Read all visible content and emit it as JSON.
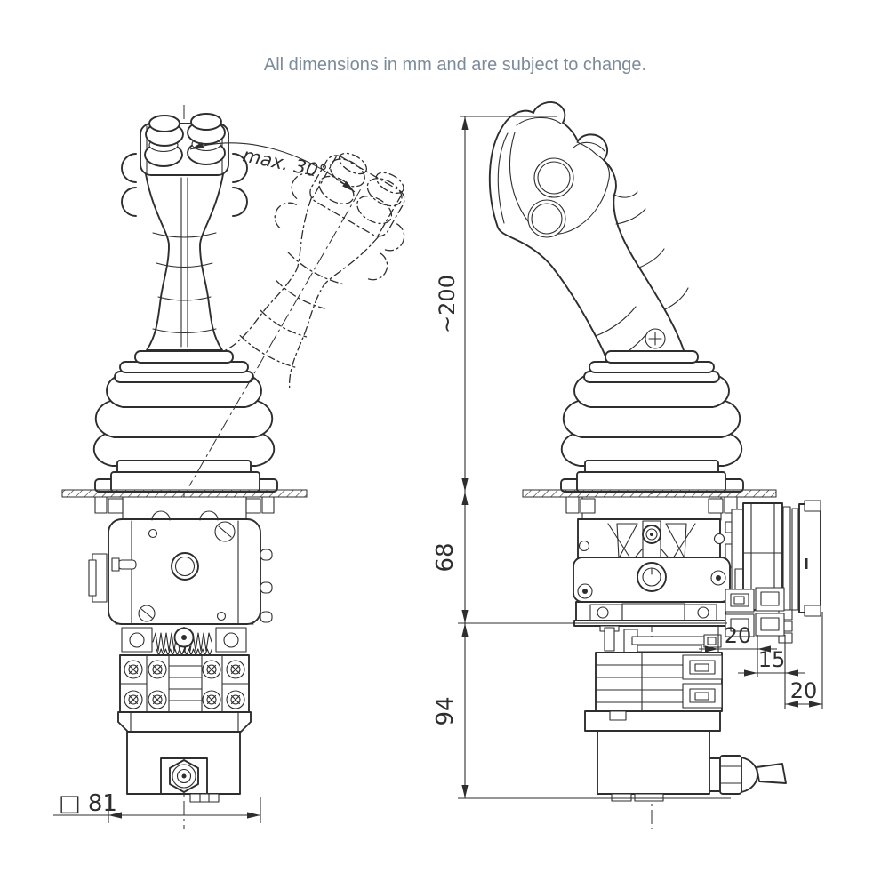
{
  "page": {
    "note": "All dimensions in mm and are subject to change."
  },
  "colors": {
    "background": "#ffffff",
    "line": "#2e2e2e",
    "note_text": "#7c8b9a"
  },
  "dimensions": {
    "max_tilt": "max.  30°",
    "overall_height": "~200",
    "flange_to_body": "68",
    "lower_section": "94",
    "side_offset_top": "20",
    "side_offset_mid": "15",
    "side_offset_bottom": "20",
    "base_width": "□ 81"
  }
}
